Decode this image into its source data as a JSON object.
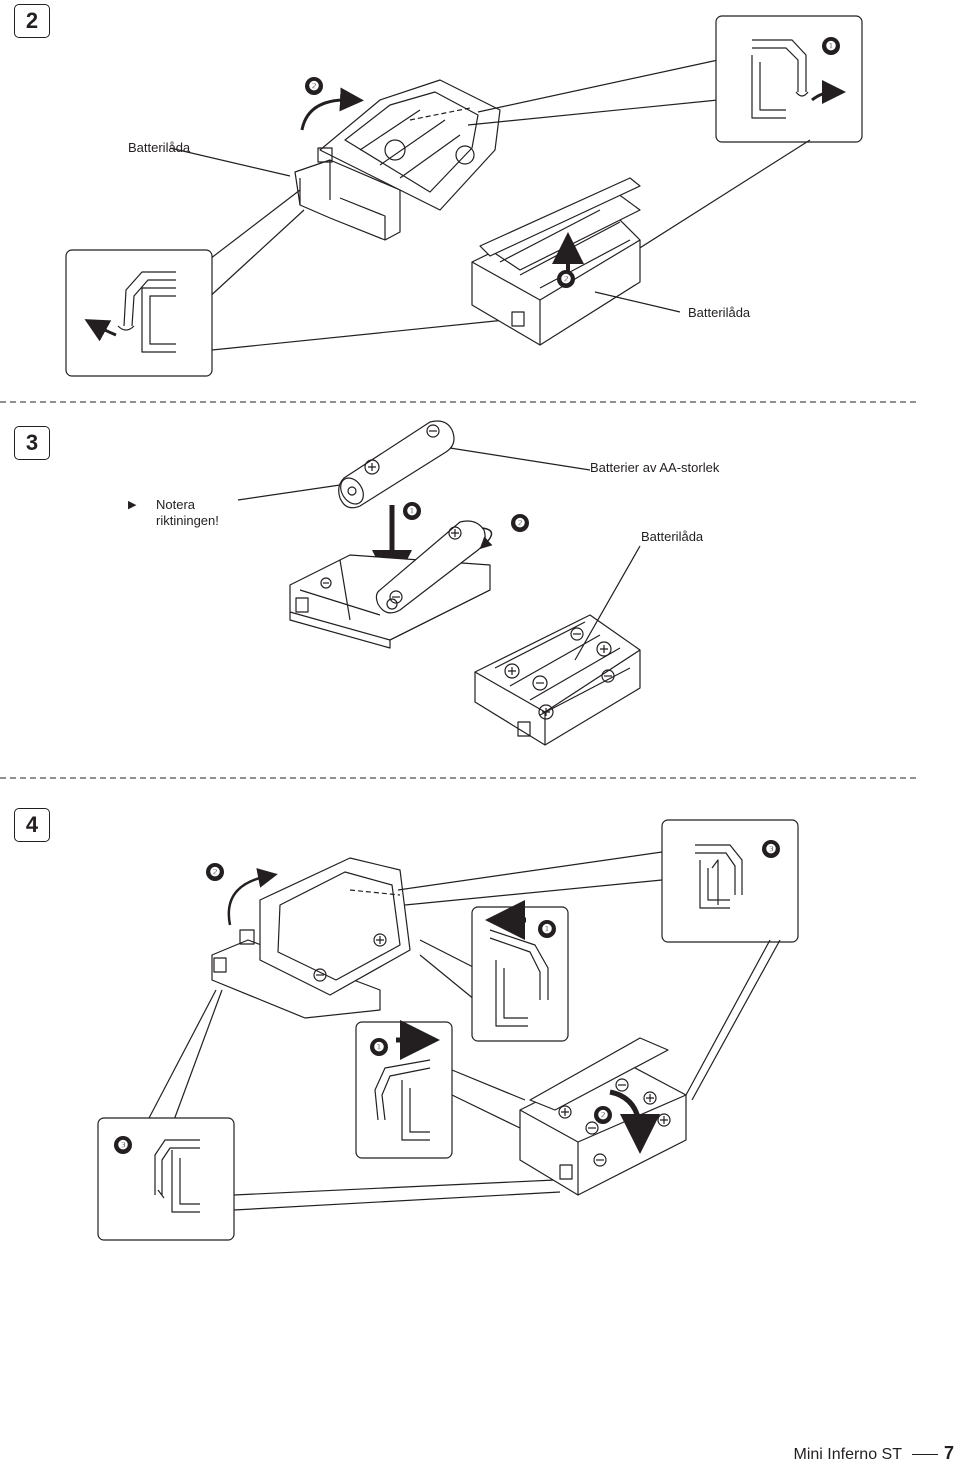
{
  "steps": {
    "s2": {
      "number": "2",
      "label_box": "Batterilåda",
      "label_box_2": "Batterilåda",
      "callouts": [
        "❶",
        "❷",
        "❷"
      ]
    },
    "s3": {
      "number": "3",
      "note_marker": "▶",
      "note_line1": "Notera",
      "note_line2": "riktiningen!",
      "label_batteries": "Batterier av AA-storlek",
      "label_box": "Batterilåda",
      "callouts": [
        "❶",
        "❷"
      ]
    },
    "s4": {
      "number": "4",
      "callouts": [
        "❷",
        "❸",
        "❶",
        "❶",
        "❷",
        "❸"
      ]
    }
  },
  "footer": {
    "product": "Mini Inferno ST",
    "page": "7"
  }
}
